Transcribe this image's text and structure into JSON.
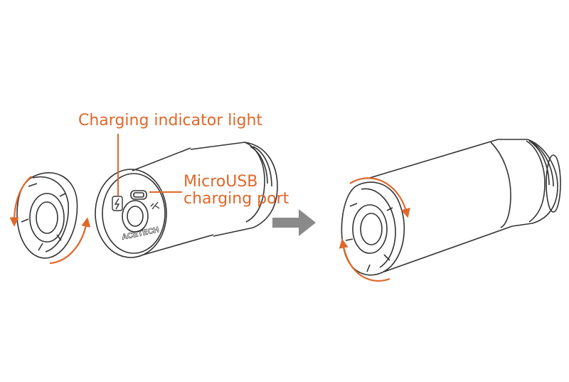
{
  "labels": {
    "indicator_light": "Charging indicator light",
    "usb_line1": "MicroUSB",
    "usb_line2": "charging port"
  },
  "brand_mark": "ACETECH",
  "colors": {
    "accent": "#e0672a",
    "line": "#333333",
    "arrow": "#8a8a8a"
  },
  "icons": [
    "rotate-arrow-icon",
    "process-arrow-icon",
    "lightning-icon",
    "usb-icon"
  ]
}
